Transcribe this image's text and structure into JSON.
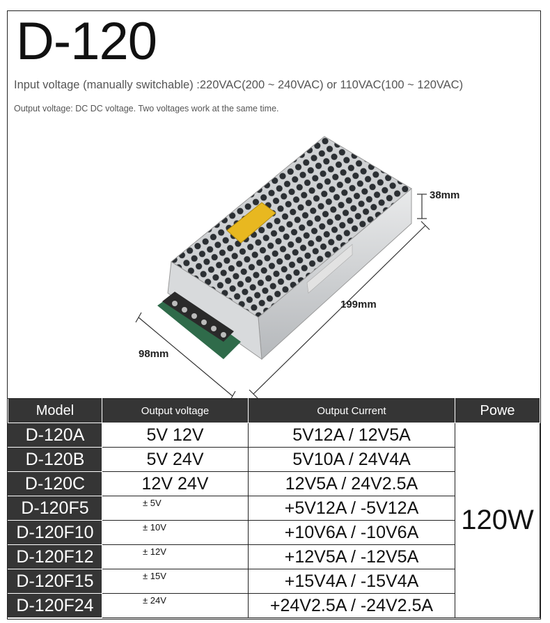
{
  "header": {
    "title": "D-120",
    "input_voltage": "Input voltage (manually switchable) :220VAC(200 ~ 240VAC) or 110VAC(100 ~ 120VAC)",
    "output_voltage": "Output voltage: DC DC voltage. Two voltages work at the same time."
  },
  "dimensions": {
    "height": "38mm",
    "length": "199mm",
    "width": "98mm"
  },
  "table": {
    "headers": {
      "model": "Model",
      "output_voltage": "Output voltage",
      "output_current": "Output Current",
      "power": "Powe"
    },
    "power_value": "120W",
    "rows": [
      {
        "model": "D-120A",
        "voltage": "5V  12V",
        "current": "5V12A  /  12V5A"
      },
      {
        "model": "D-120B",
        "voltage": "5V  24V",
        "current": "5V10A  /  24V4A"
      },
      {
        "model": "D-120C",
        "voltage": "12V  24V",
        "current": "12V5A  /  24V2.5A"
      },
      {
        "model": "D-120F5",
        "voltage": "± 5V",
        "current": "+5V12A  /  -5V12A"
      },
      {
        "model": "D-120F10",
        "voltage": "± 10V",
        "current": "+10V6A  /  -10V6A"
      },
      {
        "model": "D-120F12",
        "voltage": "± 12V",
        "current": "+12V5A  /  -12V5A"
      },
      {
        "model": "D-120F15",
        "voltage": "± 15V",
        "current": "+15V4A  /  -15V4A"
      },
      {
        "model": "D-120F24",
        "voltage": "± 24V",
        "current": "+24V2.5A  /  -24V2.5A"
      }
    ]
  },
  "colors": {
    "header_bg": "#353535",
    "case_silver": "#c9cbcd",
    "label_yellow": "#e8b820",
    "pcb_green": "#2f6b4a"
  }
}
